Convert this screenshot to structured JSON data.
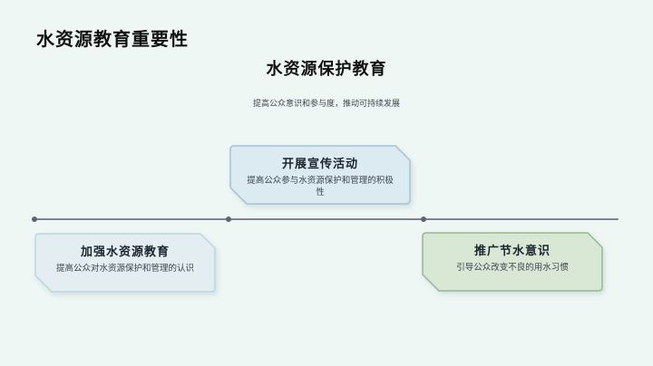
{
  "slide": {
    "title": "水资源教育重要性",
    "heading": "水资源保护教育",
    "subheading": "提高公众意识和参与度，推动可持续发展",
    "background_color": "#eff7f5"
  },
  "timeline": {
    "line_color": "#7b8496",
    "dot_color": "#5d6575",
    "cards": [
      {
        "title": "加强水资源教育",
        "desc": "提高公众对水资源保护和管理的认识",
        "fill": "#e4edf0",
        "stroke": "#b9d8e0",
        "position": "below-line-left"
      },
      {
        "title": "开展宣传活动",
        "desc": "提高公众参与水资源保护和管理的积极性",
        "fill": "#dcebf1",
        "stroke": "#a2c4d6",
        "position": "above-line-center"
      },
      {
        "title": "推广节水意识",
        "desc": "引导公众改变不良的用水习惯",
        "fill": "#d9e7d5",
        "stroke": "#96b891",
        "position": "below-line-right"
      }
    ]
  }
}
